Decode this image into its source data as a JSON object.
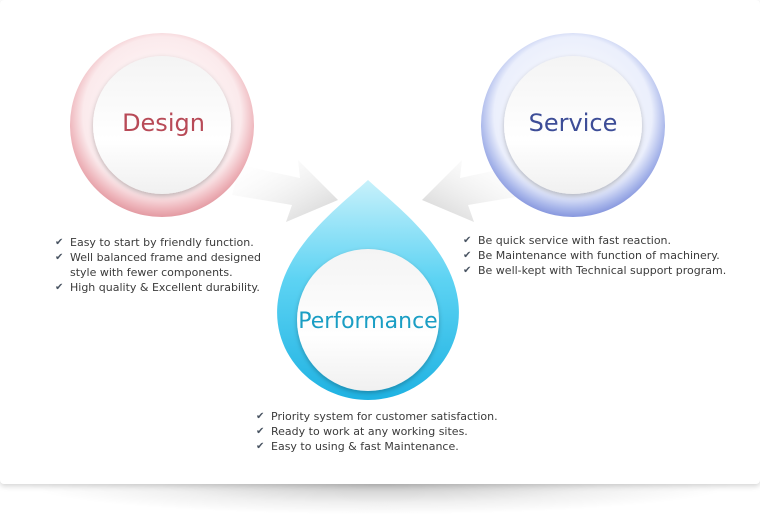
{
  "design": {
    "title": "Design",
    "color": "#b84a57",
    "ring_color": "#e8a0a6",
    "bullets": [
      "Easy to start by friendly function.",
      "Well balanced frame and designed",
      "style with fewer components.",
      "High quality & Excellent durability."
    ]
  },
  "service": {
    "title": "Service",
    "color": "#3d4d97",
    "ring_color": "#8ea0dd",
    "bullets": [
      "Be quick service with fast reaction.",
      "Be Maintenance with function of machinery.",
      "Be well-kept with Technical support program."
    ]
  },
  "performance": {
    "title": "Performance",
    "color": "#1a9ec4",
    "drop_color": "#35c3ec",
    "bullets": [
      "Priority system for customer satisfaction.",
      "Ready to work at any working sites.",
      "Easy to using & fast Maintenance."
    ]
  },
  "check_icon": "check-icon"
}
